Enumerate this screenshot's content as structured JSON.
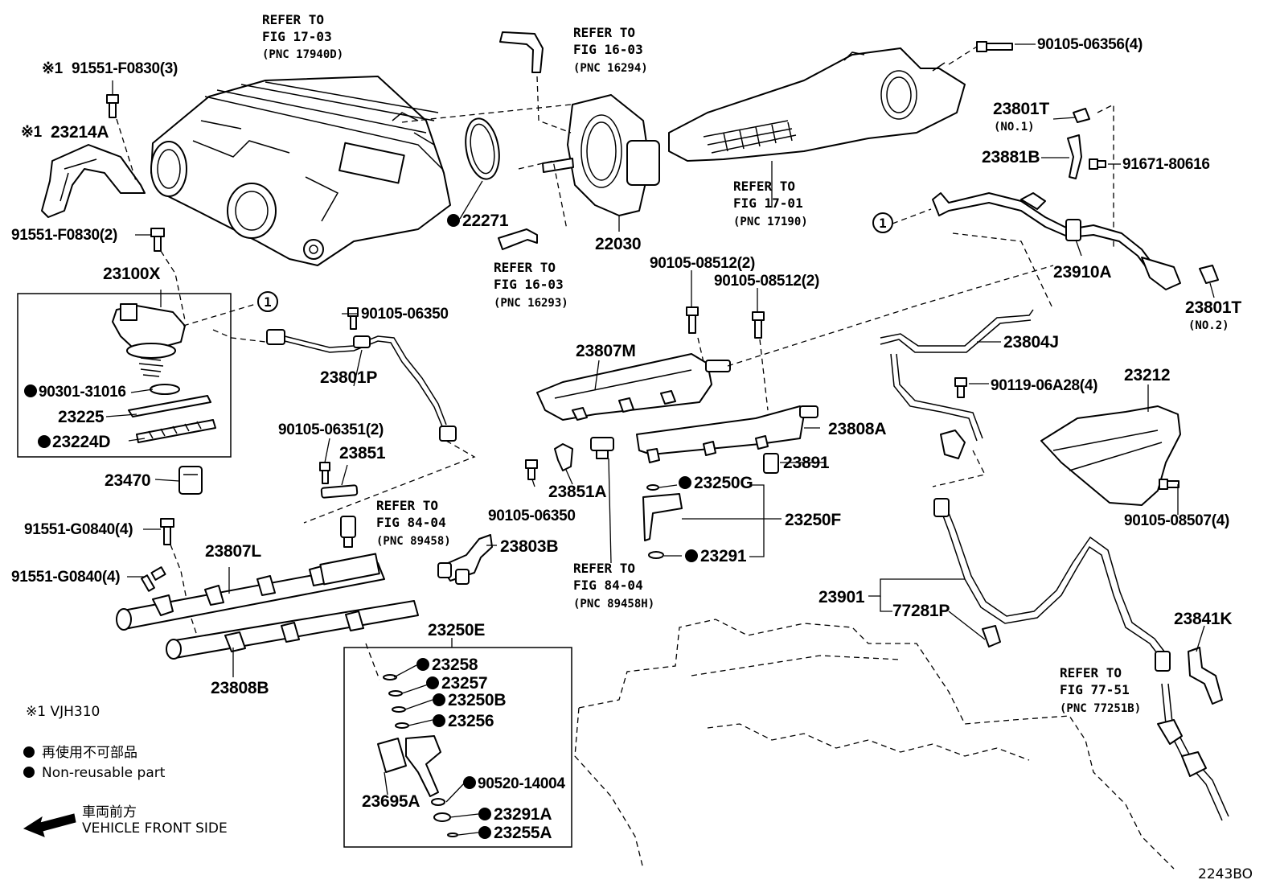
{
  "parts": {
    "p_91551_F0830_3": "91551-F0830(3)",
    "p_23214A": "23214A",
    "p_91551_F0830_2": "91551-F0830(2)",
    "p_23100X": "23100X",
    "p_90301_31016": "90301-31016",
    "p_23225": "23225",
    "p_23224D": "23224D",
    "p_23470": "23470",
    "p_91551_G0840_4a": "91551-G0840(4)",
    "p_91551_G0840_4b": "91551-G0840(4)",
    "p_23807L": "23807L",
    "p_23808B": "23808B",
    "p_22271": "22271",
    "p_22030": "22030",
    "p_90105_06350a": "90105-06350",
    "p_23801P": "23801P",
    "p_90105_06351_2": "90105-06351(2)",
    "p_23851": "23851",
    "p_23803B": "23803B",
    "p_23250E": "23250E",
    "p_23258": "23258",
    "p_23257": "23257",
    "p_23250B": "23250B",
    "p_23256": "23256",
    "p_23695A": "23695A",
    "p_90520_14004": "90520-14004",
    "p_23291A": "23291A",
    "p_23255A": "23255A",
    "p_90105_08512_2a": "90105-08512(2)",
    "p_90105_08512_2b": "90105-08512(2)",
    "p_23807M": "23807M",
    "p_23808A": "23808A",
    "p_90105_06350b": "90105-06350",
    "p_23851A": "23851A",
    "p_23250G": "23250G",
    "p_23891": "23891",
    "p_23250F": "23250F",
    "p_23291": "23291",
    "p_90105_06356_4": "90105-06356(4)",
    "p_23801T_1": "23801T",
    "p_no1": "(NO.1)",
    "p_23881B": "23881B",
    "p_91671_80616": "91671-80616",
    "p_23910A": "23910A",
    "p_23801T_2": "23801T",
    "p_no2": "(NO.2)",
    "p_23804J": "23804J",
    "p_90119_06A28_4": "90119-06A28(4)",
    "p_23212": "23212",
    "p_90105_08507_4": "90105-08507(4)",
    "p_23901": "23901",
    "p_77281P": "77281P",
    "p_23841K": "23841K"
  },
  "refs": {
    "r1": {
      "l1": "REFER TO",
      "l2": "FIG 17-03",
      "l3": "(PNC 17940D)"
    },
    "r2": {
      "l1": "REFER TO",
      "l2": "FIG 16-03",
      "l3": "(PNC 16294)"
    },
    "r3": {
      "l1": "REFER TO",
      "l2": "FIG 17-01",
      "l3": "(PNC 17190)"
    },
    "r4": {
      "l1": "REFER TO",
      "l2": "FIG 16-03",
      "l3": "(PNC 16293)"
    },
    "r5": {
      "l1": "REFER TO",
      "l2": "FIG 84-04",
      "l3": "(PNC 89458)"
    },
    "r6": {
      "l1": "REFER TO",
      "l2": "FIG 84-04",
      "l3": "(PNC 89458H)"
    },
    "r7": {
      "l1": "REFER TO",
      "l2": "FIG 77-51",
      "l3": "(PNC 77251B)"
    }
  },
  "marks": {
    "note_mark": "※1",
    "circle_one": "1"
  },
  "legend": {
    "note_1": "※1  VJH310",
    "nonreusable_jp": "再使用不可部品",
    "nonreusable_en": "Non-reusable part",
    "front_jp": "車両前方",
    "front_en": "VEHICLE FRONT SIDE"
  },
  "figure_id": "2243BO"
}
